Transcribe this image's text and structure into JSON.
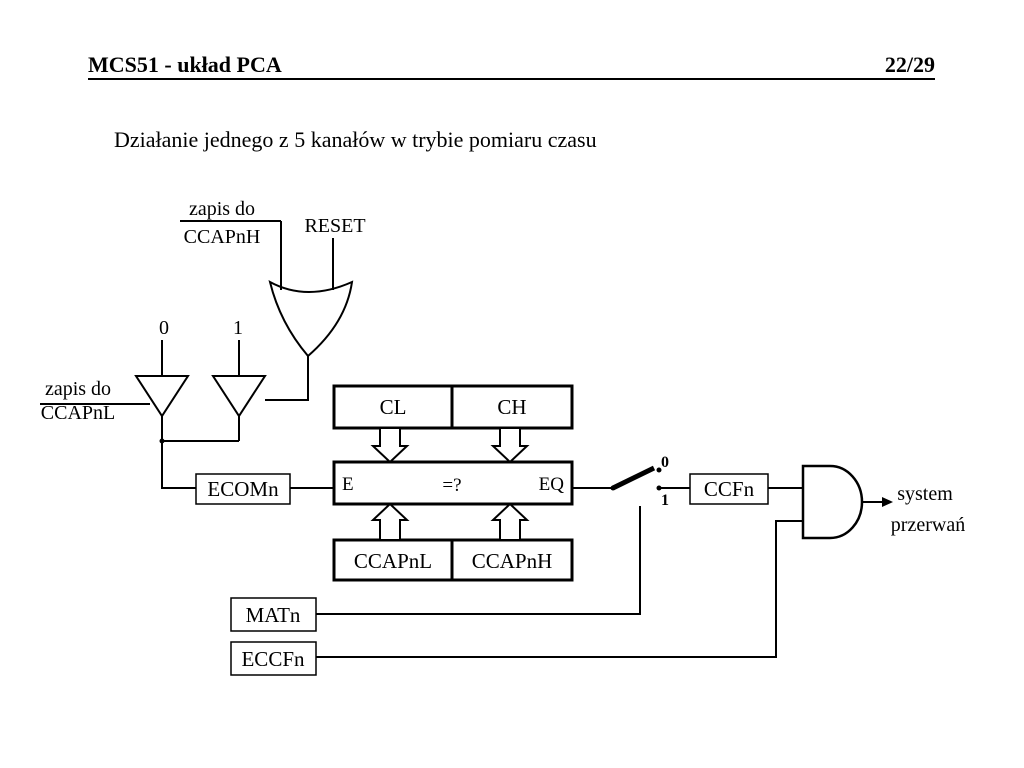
{
  "header": {
    "title": "MCS51 - układ PCA",
    "page": "22/29"
  },
  "subtitle": "Działanie jednego z 5 kanałów w trybie pomiaru czasu",
  "diagram": {
    "signals": {
      "zapis_ccapnh_line1": "zapis do",
      "zapis_ccapnh_line2": "CCAPnH",
      "reset": "RESET",
      "zapis_ccapnl_line1": "zapis do",
      "zapis_ccapnl_line2": "CCAPnL",
      "buffer0_input": "0",
      "buffer1_input": "1",
      "switch_0": "0",
      "switch_1": "1",
      "output_line1": "system",
      "output_line2": "przerwań"
    },
    "registers": {
      "cl": "CL",
      "ch": "CH",
      "ccapnl": "CCAPnL",
      "ccapnh": "CCAPnH",
      "ecomn": "ECOMn",
      "ccfn": "CCFn",
      "matn": "MATn",
      "eccfn": "ECCFn"
    },
    "comparator": {
      "enable": "E",
      "compare": "=?",
      "equal": "EQ"
    }
  }
}
